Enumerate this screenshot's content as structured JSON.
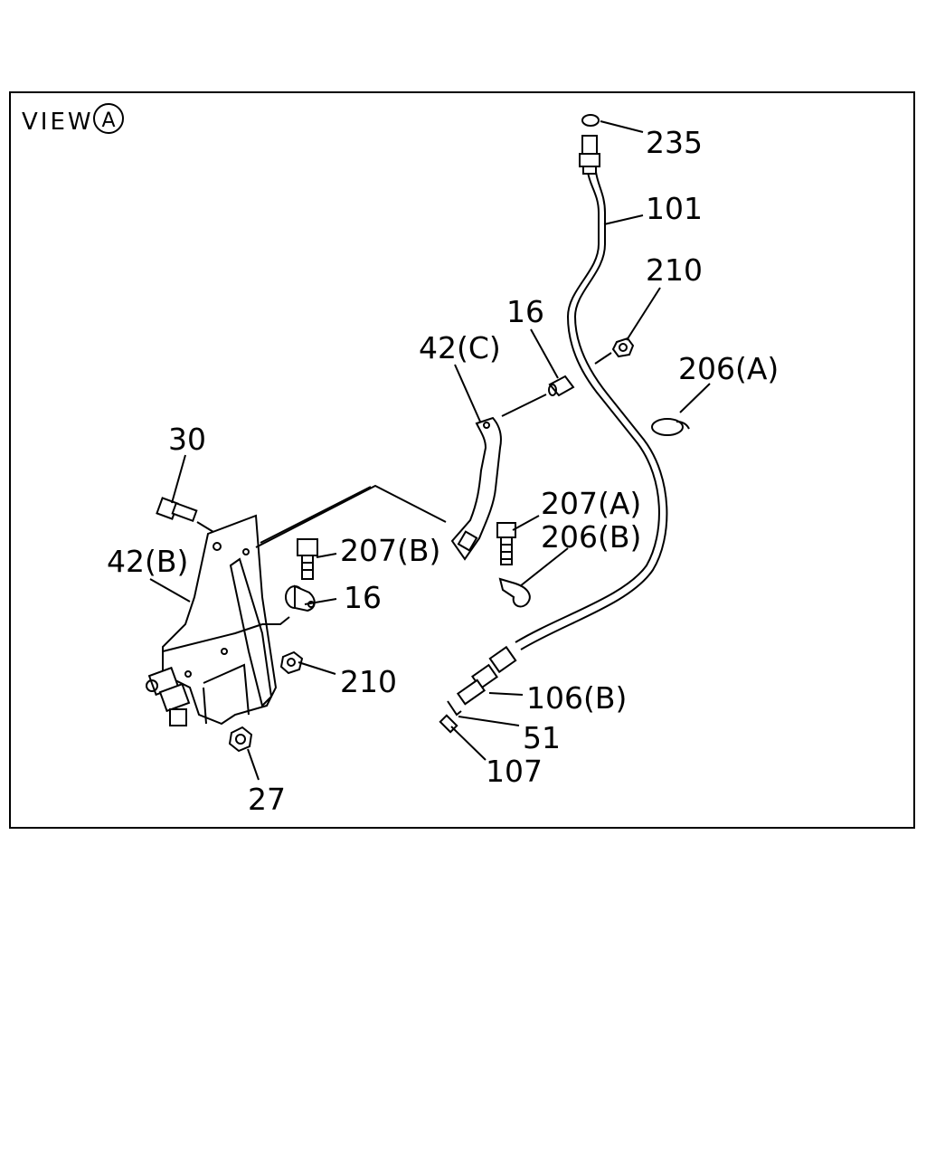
{
  "view": {
    "label": "VIEW",
    "marker": "A"
  },
  "callouts": {
    "c235": "235",
    "c101": "101",
    "c210_top": "210",
    "c206a": "206(A)",
    "c16_top": "16",
    "c42c": "42(C)",
    "c30": "30",
    "c207a": "207(A)",
    "c206b": "206(B)",
    "c207b": "207(B)",
    "c42b": "42(B)",
    "c16_mid": "16",
    "c210_mid": "210",
    "c106b": "106(B)",
    "c51": "51",
    "c107": "107",
    "c27": "27"
  }
}
